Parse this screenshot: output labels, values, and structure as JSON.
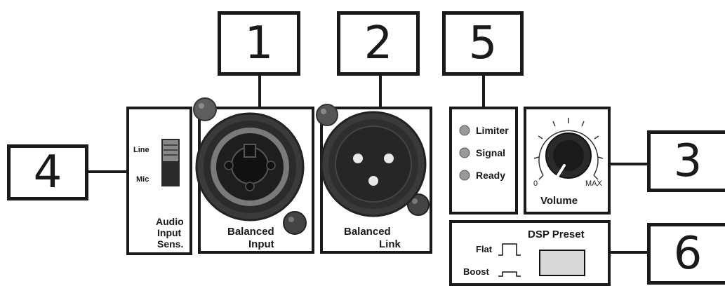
{
  "callouts": {
    "c1": "1",
    "c2": "2",
    "c3": "3",
    "c4": "4",
    "c5": "5",
    "c6": "6"
  },
  "sensitivity": {
    "line": "Line",
    "mic": "Mic",
    "title1": "Audio",
    "title2": "Input",
    "title3": "Sens."
  },
  "balanced_input": {
    "line1": "Balanced",
    "line2": "Input"
  },
  "balanced_link": {
    "line1": "Balanced",
    "line2": "Link"
  },
  "leds": {
    "limiter": "Limiter",
    "signal": "Signal",
    "ready": "Ready"
  },
  "volume": {
    "min": "0",
    "max": "MAX",
    "label": "Volume"
  },
  "dsp": {
    "title": "DSP Preset",
    "flat": "Flat",
    "boost": "Boost"
  }
}
